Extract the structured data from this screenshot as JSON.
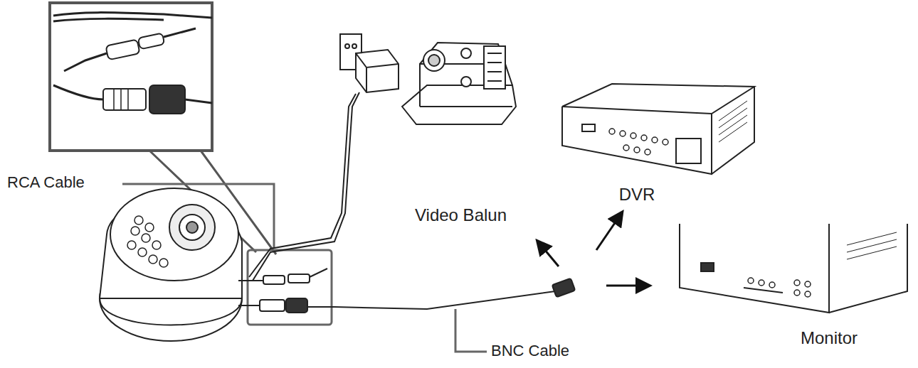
{
  "diagram": {
    "nodes": [
      {
        "text": [
          "Video Balun"
        ]
      },
      {
        "text": [
          "DVR"
        ]
      },
      {
        "text": [
          "Monitor"
        ]
      }
    ],
    "labels": [
      "RCA Cable",
      "BNC Cable"
    ]
  }
}
